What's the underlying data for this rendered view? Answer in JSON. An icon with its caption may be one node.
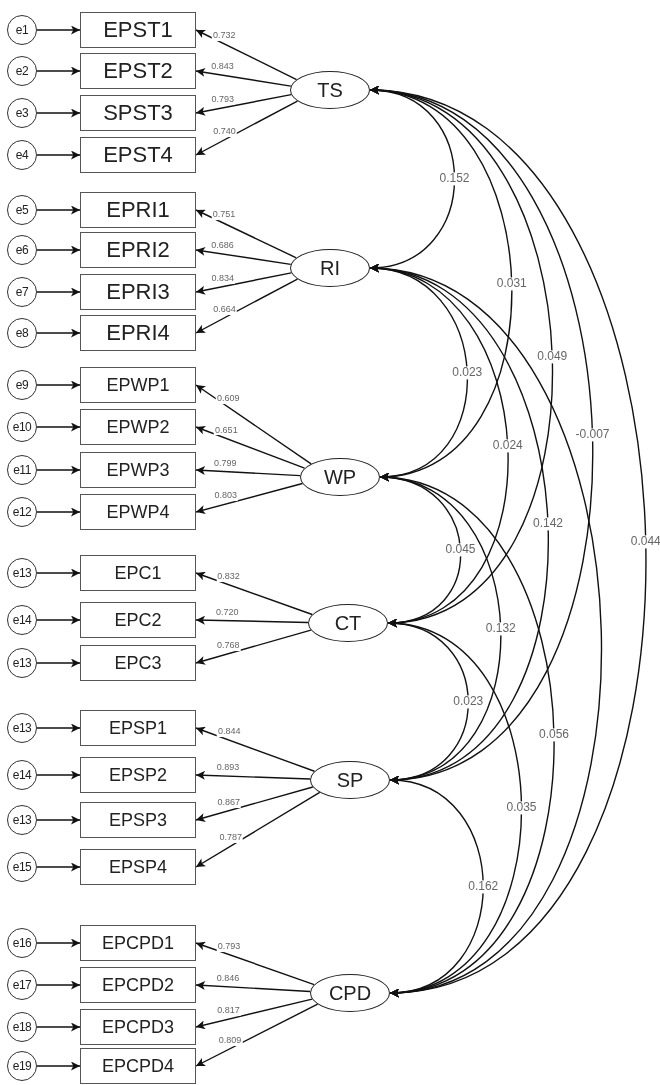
{
  "diagram": {
    "nodes": [
      {
        "text": [
          "e1"
        ]
      },
      {
        "text": [
          "EPST1"
        ]
      },
      {
        "text": [
          "e2"
        ]
      },
      {
        "text": [
          "EPST2"
        ]
      },
      {
        "text": [
          "e3"
        ]
      },
      {
        "text": [
          "SPST3"
        ]
      },
      {
        "text": [
          "e4"
        ]
      },
      {
        "text": [
          "EPST4"
        ]
      },
      {
        "text": [
          "TS"
        ]
      },
      {
        "text": [
          "e5"
        ]
      },
      {
        "text": [
          "EPRI1"
        ]
      },
      {
        "text": [
          "e6"
        ]
      },
      {
        "text": [
          "EPRI2"
        ]
      },
      {
        "text": [
          "e7"
        ]
      },
      {
        "text": [
          "EPRI3"
        ]
      },
      {
        "text": [
          "e8"
        ]
      },
      {
        "text": [
          "EPRI4"
        ]
      },
      {
        "text": [
          "RI"
        ]
      },
      {
        "text": [
          "e9"
        ]
      },
      {
        "text": [
          "EPWP1"
        ]
      },
      {
        "text": [
          "e10"
        ]
      },
      {
        "text": [
          "EPWP2"
        ]
      },
      {
        "text": [
          "e11"
        ]
      },
      {
        "text": [
          "EPWP3"
        ]
      },
      {
        "text": [
          "e12"
        ]
      },
      {
        "text": [
          "EPWP4"
        ]
      },
      {
        "text": [
          "WP"
        ]
      },
      {
        "text": [
          "e13"
        ]
      },
      {
        "text": [
          "EPC1"
        ]
      },
      {
        "text": [
          "e14"
        ]
      },
      {
        "text": [
          "EPC2"
        ]
      },
      {
        "text": [
          "e13"
        ]
      },
      {
        "text": [
          "EPC3"
        ]
      },
      {
        "text": [
          "CT"
        ]
      },
      {
        "text": [
          "e13"
        ]
      },
      {
        "text": [
          "EPSP1"
        ]
      },
      {
        "text": [
          "e14"
        ]
      },
      {
        "text": [
          "EPSP2"
        ]
      },
      {
        "text": [
          "e13"
        ]
      },
      {
        "text": [
          "EPSP3"
        ]
      },
      {
        "text": [
          "e15"
        ]
      },
      {
        "text": [
          "EPSP4"
        ]
      },
      {
        "text": [
          "SP"
        ]
      },
      {
        "text": [
          "e16"
        ]
      },
      {
        "text": [
          "EPCPD1"
        ]
      },
      {
        "text": [
          "e17"
        ]
      },
      {
        "text": [
          "EPCPD2"
        ]
      },
      {
        "text": [
          "e18"
        ]
      },
      {
        "text": [
          "EPCPD3"
        ]
      },
      {
        "text": [
          "e19"
        ]
      },
      {
        "text": [
          "EPCPD4"
        ]
      },
      {
        "text": [
          "CPD"
        ]
      }
    ],
    "edges": [
      {
        "from": 0,
        "to": 1,
        "arrow": "to"
      },
      {
        "from": 2,
        "to": 3,
        "arrow": "to"
      },
      {
        "from": 4,
        "to": 5,
        "arrow": "to"
      },
      {
        "from": 6,
        "to": 7,
        "arrow": "to"
      },
      {
        "from": 8,
        "to": 1,
        "arrow": "to",
        "label": "0.732"
      },
      {
        "from": 8,
        "to": 3,
        "arrow": "to",
        "label": "0.843"
      },
      {
        "from": 8,
        "to": 5,
        "arrow": "to",
        "label": "0.793"
      },
      {
        "from": 8,
        "to": 7,
        "arrow": "to",
        "label": "0.740"
      },
      {
        "from": 9,
        "to": 10,
        "arrow": "to"
      },
      {
        "from": 11,
        "to": 12,
        "arrow": "to"
      },
      {
        "from": 13,
        "to": 14,
        "arrow": "to"
      },
      {
        "from": 15,
        "to": 16,
        "arrow": "to"
      },
      {
        "from": 17,
        "to": 10,
        "arrow": "to",
        "label": "0.751"
      },
      {
        "from": 17,
        "to": 12,
        "arrow": "to",
        "label": "0.686"
      },
      {
        "from": 17,
        "to": 14,
        "arrow": "to",
        "label": "0.834"
      },
      {
        "from": 17,
        "to": 16,
        "arrow": "to",
        "label": "0.664"
      },
      {
        "from": 18,
        "to": 19,
        "arrow": "to"
      },
      {
        "from": 20,
        "to": 21,
        "arrow": "to"
      },
      {
        "from": 22,
        "to": 23,
        "arrow": "to"
      },
      {
        "from": 24,
        "to": 25,
        "arrow": "to"
      },
      {
        "from": 26,
        "to": 19,
        "arrow": "to",
        "label": "0.609"
      },
      {
        "from": 26,
        "to": 21,
        "arrow": "to",
        "label": "0.651"
      },
      {
        "from": 26,
        "to": 23,
        "arrow": "to",
        "label": "0.799"
      },
      {
        "from": 26,
        "to": 25,
        "arrow": "to",
        "label": "0.803"
      },
      {
        "from": 27,
        "to": 28,
        "arrow": "to"
      },
      {
        "from": 29,
        "to": 30,
        "arrow": "to"
      },
      {
        "from": 31,
        "to": 32,
        "arrow": "to"
      },
      {
        "from": 33,
        "to": 28,
        "arrow": "to",
        "label": "0.832"
      },
      {
        "from": 33,
        "to": 30,
        "arrow": "to",
        "label": "0.720"
      },
      {
        "from": 33,
        "to": 32,
        "arrow": "to",
        "label": "0.768"
      },
      {
        "from": 34,
        "to": 35,
        "arrow": "to"
      },
      {
        "from": 36,
        "to": 37,
        "arrow": "to"
      },
      {
        "from": 38,
        "to": 39,
        "arrow": "to"
      },
      {
        "from": 40,
        "to": 41,
        "arrow": "to"
      },
      {
        "from": 42,
        "to": 35,
        "arrow": "to",
        "label": "0.844"
      },
      {
        "from": 42,
        "to": 37,
        "arrow": "to",
        "label": "0.893"
      },
      {
        "from": 42,
        "to": 39,
        "arrow": "to",
        "label": "0.867"
      },
      {
        "from": 42,
        "to": 41,
        "arrow": "to",
        "label": "0.787"
      },
      {
        "from": 43,
        "to": 44,
        "arrow": "to"
      },
      {
        "from": 45,
        "to": 46,
        "arrow": "to"
      },
      {
        "from": 47,
        "to": 48,
        "arrow": "to"
      },
      {
        "from": 49,
        "to": 50,
        "arrow": "to"
      },
      {
        "from": 51,
        "to": 44,
        "arrow": "to",
        "label": "0.793"
      },
      {
        "from": 51,
        "to": 46,
        "arrow": "to",
        "label": "0.846"
      },
      {
        "from": 51,
        "to": 48,
        "arrow": "to",
        "label": "0.817"
      },
      {
        "from": 51,
        "to": 50,
        "arrow": "to",
        "label": "0.809"
      },
      {
        "from": 8,
        "to": 17,
        "arrow": "both",
        "label": "0.152"
      },
      {
        "from": 8,
        "to": 26,
        "arrow": "both",
        "label": "0.031"
      },
      {
        "from": 8,
        "to": 33,
        "arrow": "both",
        "label": "0.049"
      },
      {
        "from": 8,
        "to": 42,
        "arrow": "both",
        "label": "-0.007"
      },
      {
        "from": 8,
        "to": 51,
        "arrow": "both",
        "label": "0.044"
      },
      {
        "from": 17,
        "to": 26,
        "arrow": "both",
        "label": "0.023"
      },
      {
        "from": 17,
        "to": 33,
        "arrow": "both",
        "label": "0.024"
      },
      {
        "from": 17,
        "to": 42,
        "arrow": "both",
        "label": "0.142"
      },
      {
        "from": 17,
        "to": 51,
        "arrow": "both"
      },
      {
        "from": 26,
        "to": 33,
        "arrow": "both",
        "label": "0.045"
      },
      {
        "from": 26,
        "to": 42,
        "arrow": "both",
        "label": "0.132"
      },
      {
        "from": 26,
        "to": 51,
        "arrow": "both",
        "label": "0.056"
      },
      {
        "from": 33,
        "to": 42,
        "arrow": "both",
        "label": "0.023"
      },
      {
        "from": 33,
        "to": 51,
        "arrow": "both",
        "label": "0.035"
      },
      {
        "from": 42,
        "to": 51,
        "arrow": "both",
        "label": "0.162"
      }
    ]
  }
}
